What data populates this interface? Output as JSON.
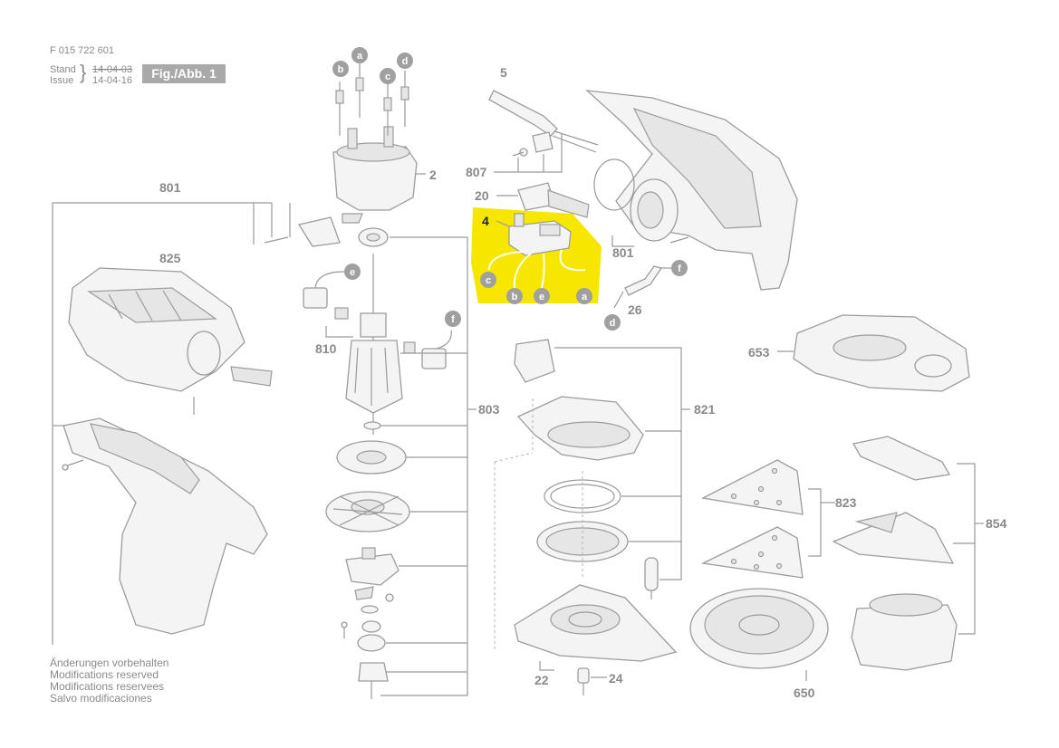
{
  "header": {
    "doc_number": "F 015 722 601",
    "stand_label": "Stand",
    "issue_label": "Issue",
    "stand_date": "14-04-03",
    "issue_date": "14-04-16",
    "figure_tag": "Fig./Abb. 1"
  },
  "notes": [
    "Änderungen vorbehalten",
    "Modifications reserved",
    "Modifications reservees",
    "Salvo modificaciones"
  ],
  "part_numbers": {
    "p2": "2",
    "p4": "4",
    "p5": "5",
    "p20": "20",
    "p22": "22",
    "p24": "24",
    "p26": "26",
    "p650": "650",
    "p653": "653",
    "p801a": "801",
    "p801b": "801",
    "p803": "803",
    "p807": "807",
    "p810": "810",
    "p821": "821",
    "p823": "823",
    "p825": "825",
    "p854": "854"
  },
  "wire_badges": {
    "top_b": "b",
    "top_a": "a",
    "top_c": "c",
    "top_d": "d",
    "mid_e": "e",
    "mid_f": "f",
    "sw_c": "c",
    "sw_b": "b",
    "sw_e": "e",
    "sw_a": "a",
    "r_f": "f",
    "r_d": "d"
  },
  "colors": {
    "highlight": "#f7e600",
    "line": "#9a9a9a",
    "badge": "#a0a0a0"
  }
}
